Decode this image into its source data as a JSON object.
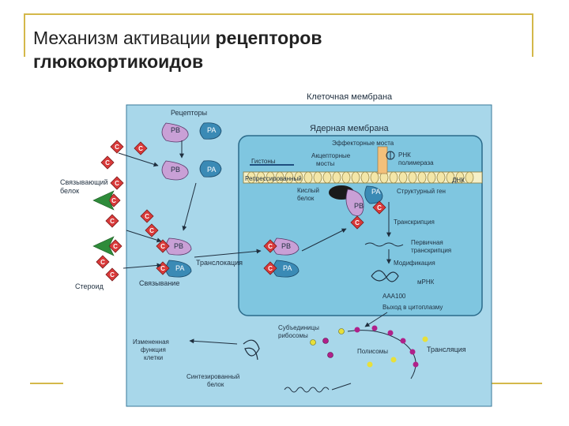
{
  "slide": {
    "title_normal": "Механизм активации ",
    "title_bold_1": "рецепторов",
    "title_bold_2": "глюкокортикоидов"
  },
  "diagram": {
    "cell_membrane": "Клеточная мембрана",
    "receptors": "Рецепторы",
    "nuclear_membrane": "Ядерная мембрана",
    "effector_bridges": "Эффекторные моста",
    "acceptor_bridges_1": "Акцепторные",
    "acceptor_bridges_2": "мосты",
    "histones": "Гистоны",
    "rna_polymerase_1": "РНК",
    "rna_polymerase_2": "полимераза",
    "repressed": "Репрессированный",
    "dna": "ДНК",
    "acidic_protein_1": "Кислый",
    "acidic_protein_2": "белок",
    "structural_gene": "Структурный ген",
    "binding_protein_1": "Связывающий",
    "binding_protein_2": "белок",
    "transcription": "Транскрипция",
    "primary_transcript_1": "Первичная",
    "primary_transcript_2": "транскрипция",
    "modification": "Модификация",
    "translocation": "Транслокация",
    "steroid": "Стероид",
    "binding": "Связывание",
    "mrna": "мРНК",
    "aaa100": "AAA100",
    "exit_cytoplasm": "Выход в цитоплазму",
    "ribosome_subunits_1": "Субъединицы",
    "ribosome_subunits_2": "рибосомы",
    "polysomes": "Полисомы",
    "translation": "Трансляция",
    "changed_function_1": "Измененная",
    "changed_function_2": "функция",
    "changed_function_3": "клетки",
    "synth_protein_1": "Синтезированный",
    "synth_protein_2": "белок",
    "pb": "PB",
    "pa": "PA",
    "c": "C"
  },
  "colors": {
    "cell": "#a8d7ea",
    "nucleus": "#7fc6e0",
    "receptor_b": "#c9a0d6",
    "receptor_a": "#3a8ab5",
    "steroid": "#d93a3a",
    "binding_protein": "#2e8b3a",
    "frame": "#d4b84a"
  }
}
